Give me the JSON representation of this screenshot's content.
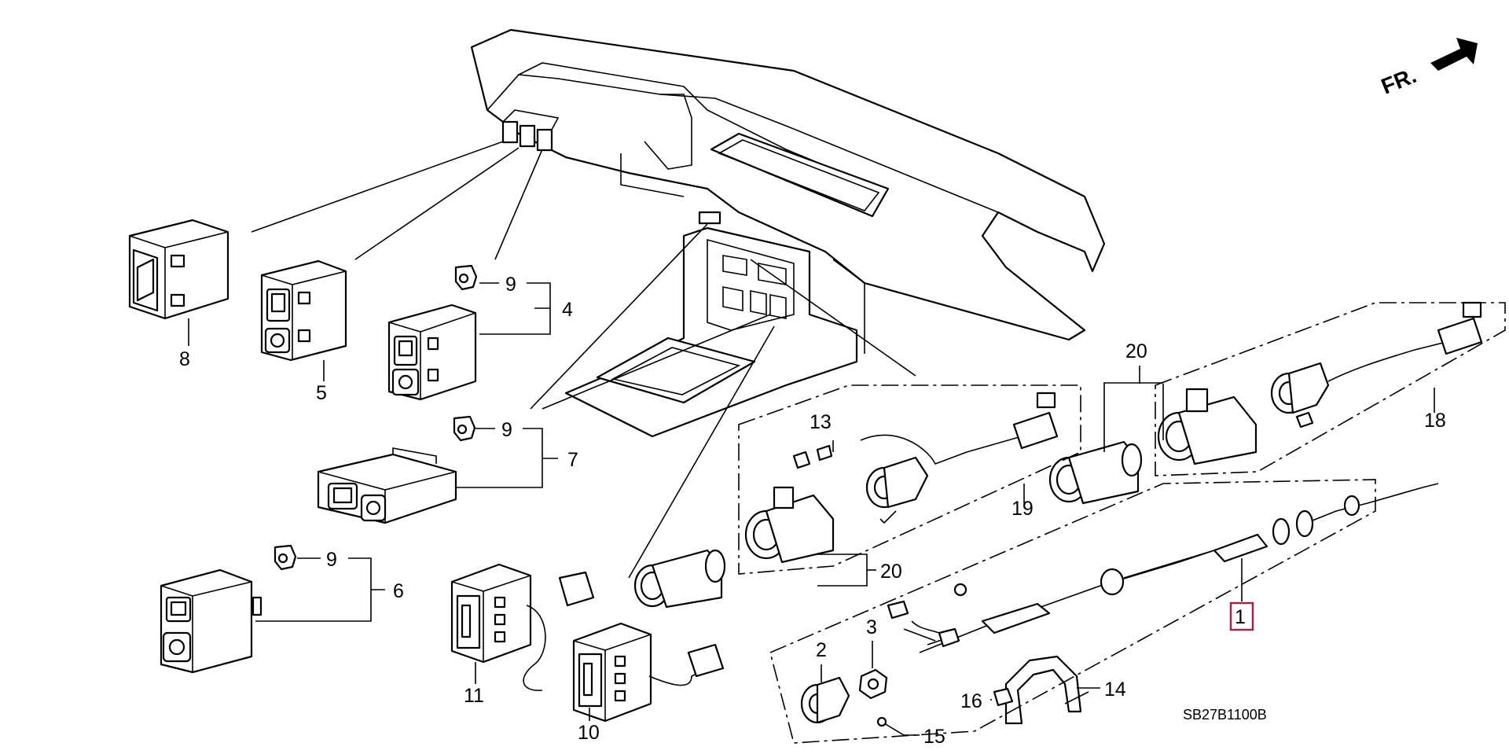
{
  "diagram": {
    "orientation_label": "FR.",
    "drawing_code": "SB27B1100B",
    "highlighted_part": "1",
    "callouts": [
      {
        "id": "c1",
        "text": "1"
      },
      {
        "id": "c2",
        "text": "2"
      },
      {
        "id": "c3",
        "text": "3"
      },
      {
        "id": "c4",
        "text": "4"
      },
      {
        "id": "c5",
        "text": "5"
      },
      {
        "id": "c6",
        "text": "6"
      },
      {
        "id": "c7",
        "text": "7"
      },
      {
        "id": "c8",
        "text": "8"
      },
      {
        "id": "c9a",
        "text": "9"
      },
      {
        "id": "c9b",
        "text": "9"
      },
      {
        "id": "c9c",
        "text": "9"
      },
      {
        "id": "c10",
        "text": "10"
      },
      {
        "id": "c11",
        "text": "11"
      },
      {
        "id": "c13",
        "text": "13"
      },
      {
        "id": "c14",
        "text": "14"
      },
      {
        "id": "c15",
        "text": "15"
      },
      {
        "id": "c16",
        "text": "16"
      },
      {
        "id": "c18",
        "text": "18"
      },
      {
        "id": "c19",
        "text": "19"
      },
      {
        "id": "c20a",
        "text": "20"
      },
      {
        "id": "c20b",
        "text": "20"
      }
    ]
  }
}
